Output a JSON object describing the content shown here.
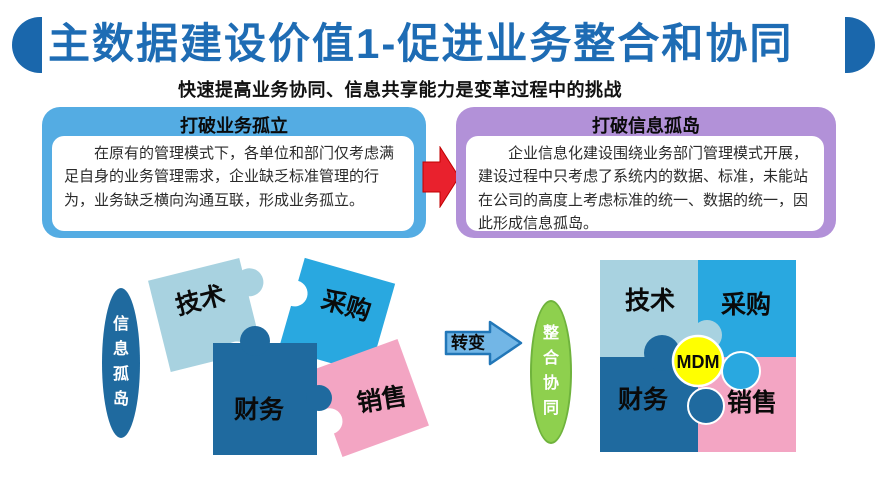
{
  "header": {
    "title": "主数据建设价值1-促进业务整合和协同",
    "subtitle": "快速提高业务协同、信息共享能力是变革过程中的挑战"
  },
  "challenge_boxes": {
    "left": {
      "title": "打破业务孤立",
      "body": "在原有的管理模式下，各单位和部门仅考虑满足自身的业务管理需求，企业缺乏标准管理的行为，业务缺乏横向沟通互联，形成业务孤立。"
    },
    "right": {
      "title": "打破信息孤岛",
      "body": "企业信息化建设围绕业务部门管理模式开展，建设过程中只考虑了系统内的数据、标准，未能站在公司的高度上考虑标准的统一、数据的统一，因此形成信息孤岛。"
    }
  },
  "transformation": {
    "before_label": "信息孤岛",
    "arrow_label": "转变",
    "after_label": "整合协同",
    "center_badge": "MDM",
    "departments": [
      "技术",
      "采购",
      "财务",
      "销售"
    ]
  },
  "colors": {
    "title_blue": "#1e6cb4",
    "halfcircle_blue": "#1a67ac",
    "left_box_blue": "#54ace3",
    "right_box_purple": "#b291d8",
    "red_arrow": "#e9212d",
    "tech_blue": "#a8d2e0",
    "procurement_blue": "#29a8e0",
    "finance_blue": "#1f6a9f",
    "sales_pink": "#f3a5c3",
    "mdm_yellow": "#ffff00",
    "green": "#8ed04e"
  }
}
